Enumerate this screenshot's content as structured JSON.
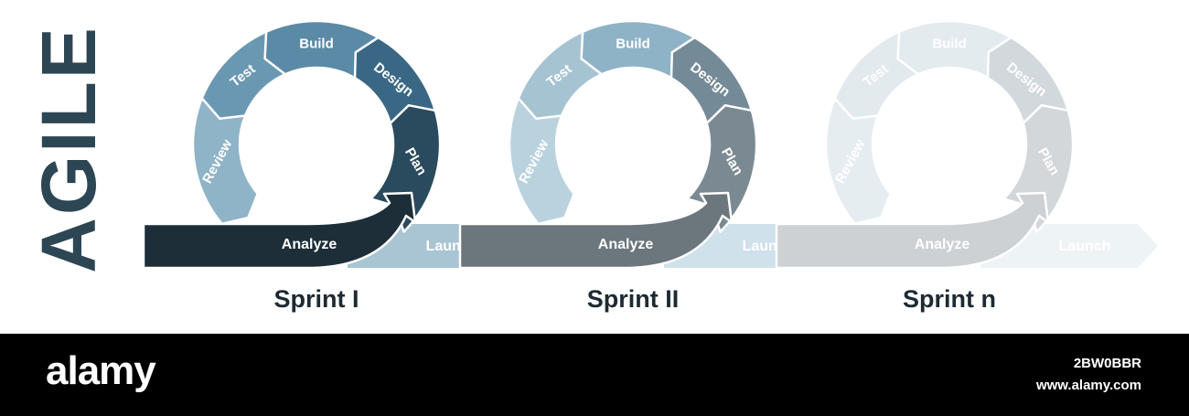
{
  "title": "AGILE",
  "sprints": [
    {
      "name": "Sprint I",
      "steps": [
        "Build",
        "Design",
        "Plan",
        "Analyze",
        "Review",
        "Test"
      ],
      "launch": "Launch",
      "colors": {
        "build": "#5b8aa6",
        "design": "#3a6884",
        "plan": "#2a4b5d",
        "analyze": "#1d2e38",
        "review": "#8fb3c7",
        "test": "#6a98b3",
        "launch": "#a9c5d3",
        "text": "#ffffff"
      }
    },
    {
      "name": "Sprint II",
      "steps": [
        "Build",
        "Design",
        "Plan",
        "Analyze",
        "Review",
        "Test"
      ],
      "launch": "Launch",
      "colors": {
        "build": "#8fb3c6",
        "design": "#758a97",
        "plan": "#7b8a92",
        "analyze": "#6b767d",
        "review": "#b9d2de",
        "test": "#a6c3d2",
        "launch": "#cfe1ea",
        "text": "#ffffff"
      }
    },
    {
      "name": "Sprint n",
      "steps": [
        "Build",
        "Design",
        "Plan",
        "Analyze",
        "Review",
        "Test"
      ],
      "launch": "Launch",
      "colors": {
        "build": "#e3ebef",
        "design": "#d2d9dd",
        "plan": "#d3d7da",
        "analyze": "#cdd1d4",
        "review": "#e6edf1",
        "test": "#e2eaee",
        "launch": "#eef3f5",
        "text": "#ffffff"
      }
    }
  ],
  "colors": {
    "title": "#2d4654",
    "sprint_label": "#1d2a33",
    "footer_bg": "#000000"
  },
  "footer": {
    "logo": "alamy",
    "image_id": "2BW0BBR",
    "url": "www.alamy.com"
  }
}
